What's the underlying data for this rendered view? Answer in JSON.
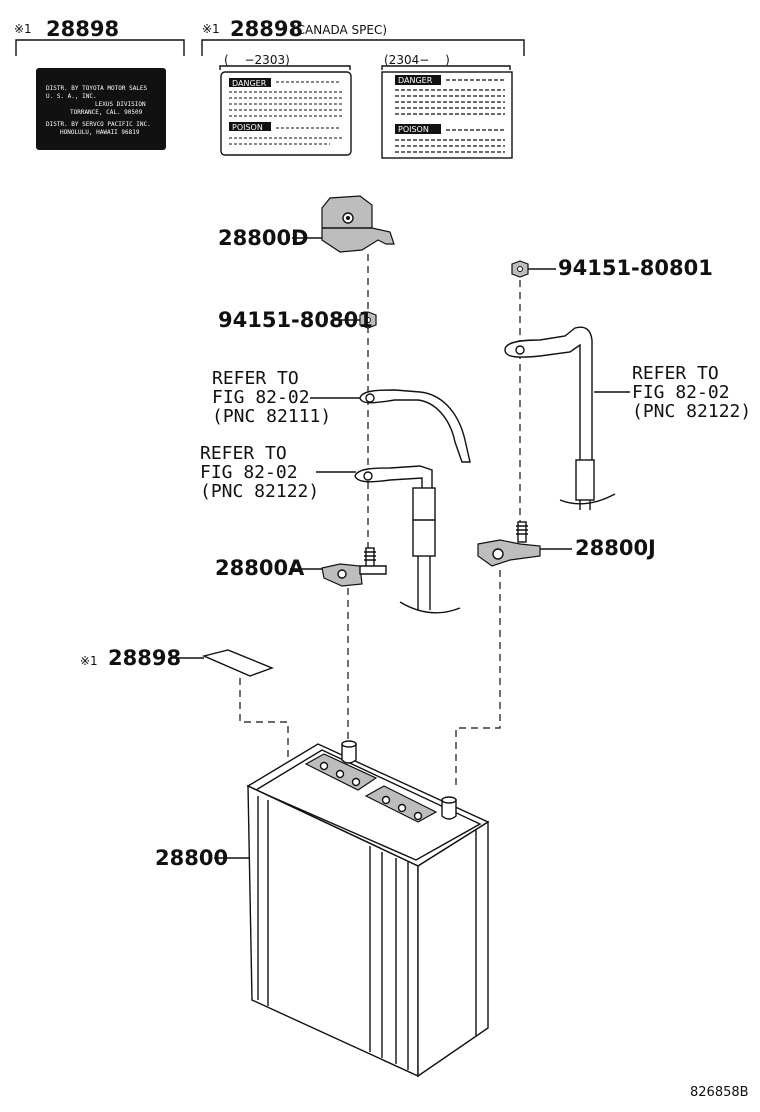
{
  "label_sections": {
    "us_label": {
      "mark": "※1",
      "part": "28898",
      "sticker_lines": [
        "DISTR. BY TOYOTA MOTOR SALES",
        "U. S. A., INC.",
        "LEXUS DIVISION",
        "TORRANCE, CAL.    90509",
        "DISTR. BY SERVCO PACIFIC INC.",
        "HONOLULU, HAWAII    96819"
      ]
    },
    "canada_label": {
      "mark": "※1",
      "part": "28898",
      "spec": "(CANADA SPEC)",
      "range_left": "(　 −2303)",
      "range_right": "(2304−　 )",
      "danger_word": "DANGER",
      "poison_word": "POISON"
    }
  },
  "parts": {
    "p28800D": "28800D",
    "p94151_a": "94151-80801",
    "p94151_b": "94151-80801",
    "p28800A": "28800A",
    "p28800J": "28800J",
    "p28898_small_mark": "※1",
    "p28898_small": "28898",
    "p28800": "28800"
  },
  "references": {
    "ref1": {
      "line1": "REFER TO",
      "line2": "FIG 82-02",
      "line3": "(PNC 82111)"
    },
    "ref2": {
      "line1": "REFER TO",
      "line2": "FIG 82-02",
      "line3": "(PNC 82122)"
    },
    "ref3": {
      "line1": "REFER TO",
      "line2": "FIG 82-02",
      "line3": "(PNC 82122)"
    }
  },
  "figure_id": "826858B"
}
